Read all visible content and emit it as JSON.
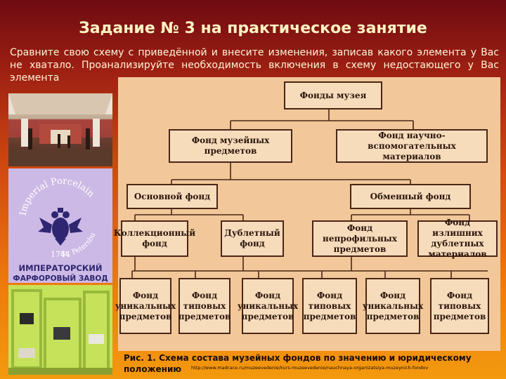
{
  "slide": {
    "title": "Задание № 3 на практическое занятие",
    "task": "Сравните свою схему с приведённой и внесите изменения, записав какого элемента у Вас не хватало. Проанализируйте необходимость включения в схему недостающего у Вас элемента"
  },
  "porcelain_logo": {
    "arc_text": "Imperial Porcelain",
    "year": "1744",
    "city": "St. Petersburg",
    "line1": "ИМПЕРАТОРСКИЙ",
    "line2": "ФАРФОРОВЫЙ ЗАВОД"
  },
  "diagram": {
    "boxes": [
      "Фонды музея",
      "Фонд музейных предметов",
      "Фонд научно-вспомогательных материалов",
      "Основной фонд",
      "Обменный фонд",
      "Коллекционный фонд",
      "Дублетный фонд",
      "Фонд непрофильных предметов",
      "Фонд излишних дублетных материалов",
      "Фонд уникальных предметов",
      "Фонд типовых предметов",
      "Фонд уникальных предметов",
      "Фонд типовых предметов",
      "Фонд уникальных предметов",
      "Фонд типовых предметов"
    ],
    "caption_label": "Рис. 1. Схема состава музейных фондов по значению и юридическому положению",
    "url": "http://www.madrace.ru/muzeevedenie/kurs-muzeevedenie/nauchnaya-organizatsiya-muzeynich-fondov"
  }
}
